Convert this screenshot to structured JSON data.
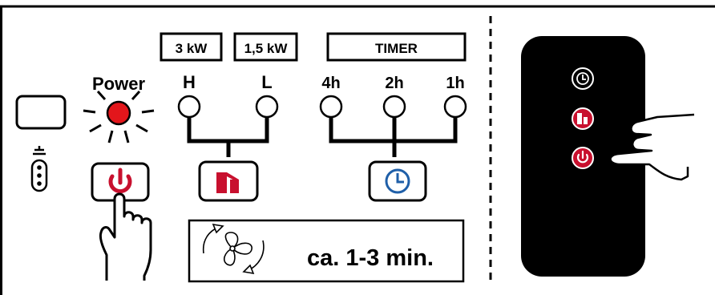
{
  "labels": {
    "power": "Power",
    "high": "H",
    "low": "L",
    "t4": "4h",
    "t2": "2h",
    "t1": "1h",
    "kw_high": "3 kW",
    "kw_low": "1,5 kW",
    "timer": "TIMER",
    "duration": "ca. 1-3 min."
  },
  "icons": [
    "blank-display-icon",
    "child-lock-icon",
    "power-icon",
    "heat-level-icon",
    "timer-icon",
    "hand-pointing-icon",
    "fan-rotation-icon",
    "remote-control",
    "remote-hand-icon"
  ],
  "colors": {
    "accent_red": "#c8102e",
    "timer_blue": "#1f5fa8",
    "lamp_red": "#e3161b",
    "remote_black": "#000000"
  }
}
